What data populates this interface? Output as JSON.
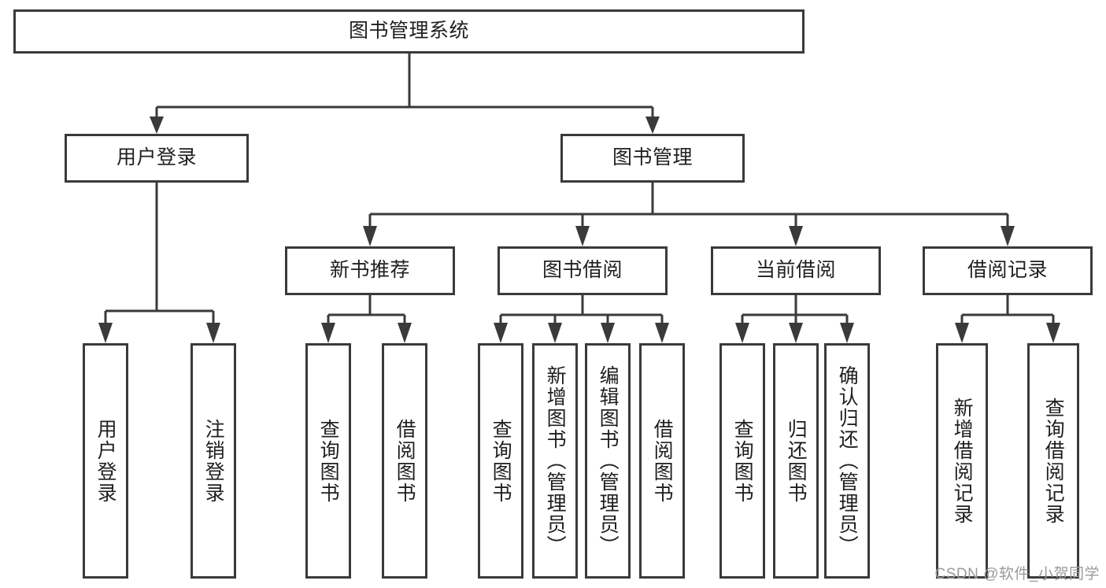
{
  "diagram": {
    "type": "tree",
    "title": "图书管理系统",
    "orientation": "top-down",
    "line_color": "#3a3a3a",
    "box_fill": "#ffffff",
    "text_color": "#1f1f1f"
  },
  "nodes": {
    "root": {
      "label": "图书管理系统"
    },
    "level2": [
      {
        "label": "用户登录"
      },
      {
        "label": "图书管理"
      }
    ],
    "level3": [
      {
        "label": "新书推荐"
      },
      {
        "label": "图书借阅"
      },
      {
        "label": "当前借阅"
      },
      {
        "label": "借阅记录"
      }
    ],
    "leaves": {
      "user_login": [
        {
          "label": "用户登录"
        },
        {
          "label": "注销登录"
        }
      ],
      "new_book_recommend": [
        {
          "label": "查询图书"
        },
        {
          "label": "借阅图书"
        }
      ],
      "book_borrow": [
        {
          "label": "查询图书"
        },
        {
          "label": "新增图书（管理员）"
        },
        {
          "label": "编辑图书（管理员）"
        },
        {
          "label": "借阅图书"
        }
      ],
      "current_borrow": [
        {
          "label": "查询图书"
        },
        {
          "label": "归还图书"
        },
        {
          "label": "确认归还（管理员）"
        }
      ],
      "borrow_record": [
        {
          "label": "新增借阅记录"
        },
        {
          "label": "查询借阅记录"
        }
      ]
    }
  },
  "watermark": {
    "text": "CSDN @软件_小贺同学"
  }
}
